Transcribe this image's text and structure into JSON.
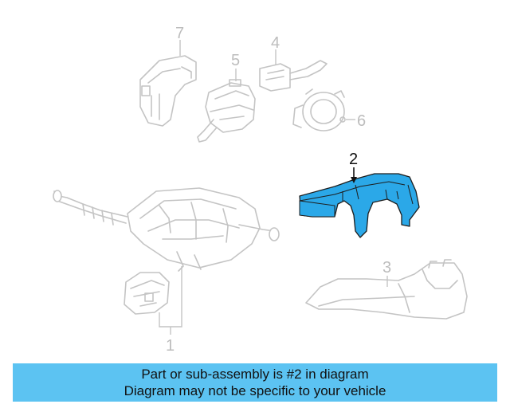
{
  "diagram": {
    "callouts": [
      "1",
      "2",
      "3",
      "4",
      "5",
      "6",
      "7"
    ],
    "highlighted_part": "2",
    "highlight_color": "#2ba8e8",
    "ghost_color": "#c4c4c4"
  },
  "banner": {
    "line1": "Part or sub-assembly is #2 in diagram",
    "line2": "Diagram may not be specific to your vehicle",
    "background": "#5cc3f2"
  }
}
